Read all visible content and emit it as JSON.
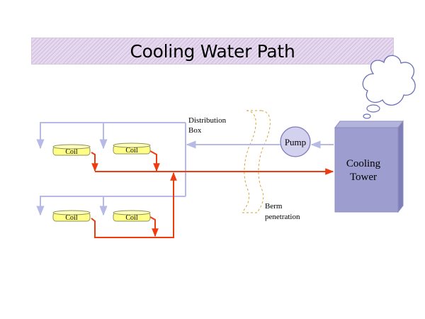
{
  "title": "Cooling Water Path",
  "labels": {
    "distribution_line1": "Distribution",
    "distribution_line2": "Box",
    "pump": "Pump",
    "tower_line1": "Cooling",
    "tower_line2": "Tower",
    "berm_line1": "Berm",
    "berm_line2": "penetration"
  },
  "coils": [
    "Coil",
    "Coil",
    "Coil",
    "Coil"
  ],
  "colors": {
    "supply_line": "#b7b9e6",
    "return_line": "#ee3b0f",
    "coil_fill": "#ffff88",
    "tower_fill": "#9d9dcf",
    "berm_stroke": "#d4a23a",
    "banner_fill": "#e6d8ef"
  }
}
